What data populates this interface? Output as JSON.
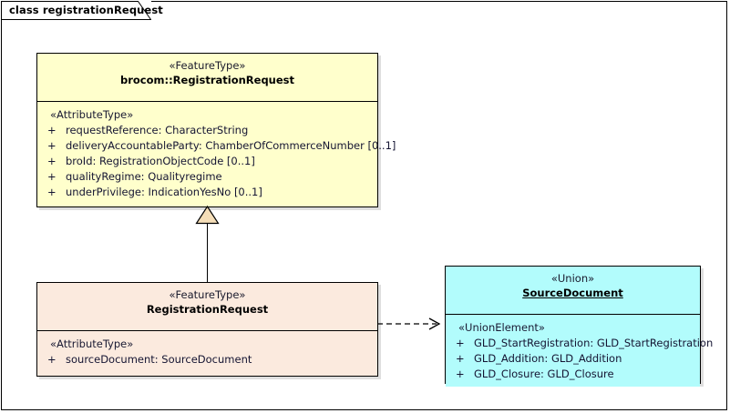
{
  "diagram": {
    "title_prefix": "class",
    "title": "class registrationRequest"
  },
  "classes": {
    "parent": {
      "stereotype": "«FeatureType»",
      "name": "brocom::RegistrationRequest",
      "section_label": "«AttributeType»",
      "attributes": [
        {
          "visibility": "+",
          "text": "requestReference: CharacterString"
        },
        {
          "visibility": "+",
          "text": "deliveryAccountableParty: ChamberOfCommerceNumber [0..1]"
        },
        {
          "visibility": "+",
          "text": "broId: RegistrationObjectCode [0..1]"
        },
        {
          "visibility": "+",
          "text": "qualityRegime: Qualityregime"
        },
        {
          "visibility": "+",
          "text": "underPrivilege: IndicationYesNo [0..1]"
        }
      ],
      "fill": "#ffffcc"
    },
    "child": {
      "stereotype": "«FeatureType»",
      "name": "RegistrationRequest",
      "section_label": "«AttributeType»",
      "attributes": [
        {
          "visibility": "+",
          "text": "sourceDocument: SourceDocument"
        }
      ],
      "fill": "#fbeade"
    },
    "union": {
      "stereotype": "«Union»",
      "name": "SourceDocument",
      "section_label": "«UnionElement»",
      "attributes": [
        {
          "visibility": "+",
          "text": "GLD_StartRegistration: GLD_StartRegistration"
        },
        {
          "visibility": "+",
          "text": "GLD_Addition: GLD_Addition"
        },
        {
          "visibility": "+",
          "text": "GLD_Closure: GLD_Closure"
        }
      ],
      "fill": "#b2fcfc"
    }
  },
  "relations": {
    "generalization": {
      "kind": "generalization",
      "from": "RegistrationRequest",
      "to": "brocom::RegistrationRequest",
      "arrowhead_fill": "#f5deb8"
    },
    "dependency": {
      "kind": "dependency",
      "from": "RegistrationRequest",
      "to": "SourceDocument",
      "line_style": "dashed"
    }
  },
  "colors": {
    "border": "#000000",
    "text": "#141432",
    "background": "#ffffff"
  }
}
